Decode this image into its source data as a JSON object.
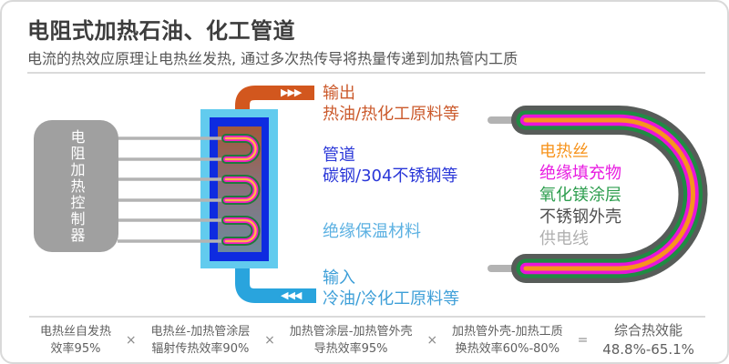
{
  "header": {
    "title": "电阻式加热石油、化工管道",
    "subtitle": "电流的热效应原理让电热丝发热, 通过多次热传导将热量传递到加热管内工质"
  },
  "controller": {
    "label": "电阻加热控制器"
  },
  "diagram": {
    "output": {
      "title": "输出",
      "desc": "热油/热化工原料等",
      "color": "#cb5a2c"
    },
    "pipe": {
      "title": "管道",
      "desc": "碳钢/304不锈钢等",
      "color": "#2a37d8"
    },
    "insulation": {
      "label": "绝缘保温材料",
      "color": "#5cb1e2"
    },
    "input": {
      "title": "输入",
      "desc": "冷油/冷化工原料等",
      "color": "#3e9fd8"
    },
    "flow_out_icon": "▶▶▶",
    "flow_in_icon": "◀◀◀"
  },
  "tube_layers": [
    {
      "label": "电热丝",
      "color": "#f7941e"
    },
    {
      "label": "绝缘填充物",
      "color": "#e81ce1"
    },
    {
      "label": "氧化镁涂层",
      "color": "#2e9e4f"
    },
    {
      "label": "不锈钢外壳",
      "color": "#4f4f4f"
    },
    {
      "label": "供电线",
      "color": "#b0b0b0"
    }
  ],
  "formula": {
    "multiply": "×",
    "equals": "=",
    "terms": [
      {
        "line1": "电热丝自发热",
        "line2": "效率95%"
      },
      {
        "line1": "电热丝-加热管涂层",
        "line2": "辐射传热效率90%"
      },
      {
        "line1": "加热管涂层-加热管外壳",
        "line2": "导热效率95%"
      },
      {
        "line1": "加热管外壳-加热工质",
        "line2": "换热效率60%-80%"
      }
    ],
    "result": {
      "line1": "综合热效能",
      "line2": "48.8%-65.1%"
    }
  },
  "colors": {
    "card_border": "#d9d9d9",
    "controller_gray": "#a0a0a0",
    "wire_gray": "#b3b3b3",
    "insulation_lightblue": "#62cbee",
    "pipe_wall_blue": "#0e2be0",
    "medium_hot": "#a2593a",
    "medium_cold": "#6d8a9c",
    "output_pipe_orange": "#d2571e",
    "input_pipe_blue": "#29a4dd",
    "element_green": "#207a3c",
    "element_magenta": "#f41ac6",
    "element_orange": "#ffb54a",
    "tube_shell_gray": "#575c59",
    "tube_mgo_green": "#1f8c43",
    "tube_filler_magenta": "#e814d8",
    "tube_wire_orange": "#f7941e"
  }
}
